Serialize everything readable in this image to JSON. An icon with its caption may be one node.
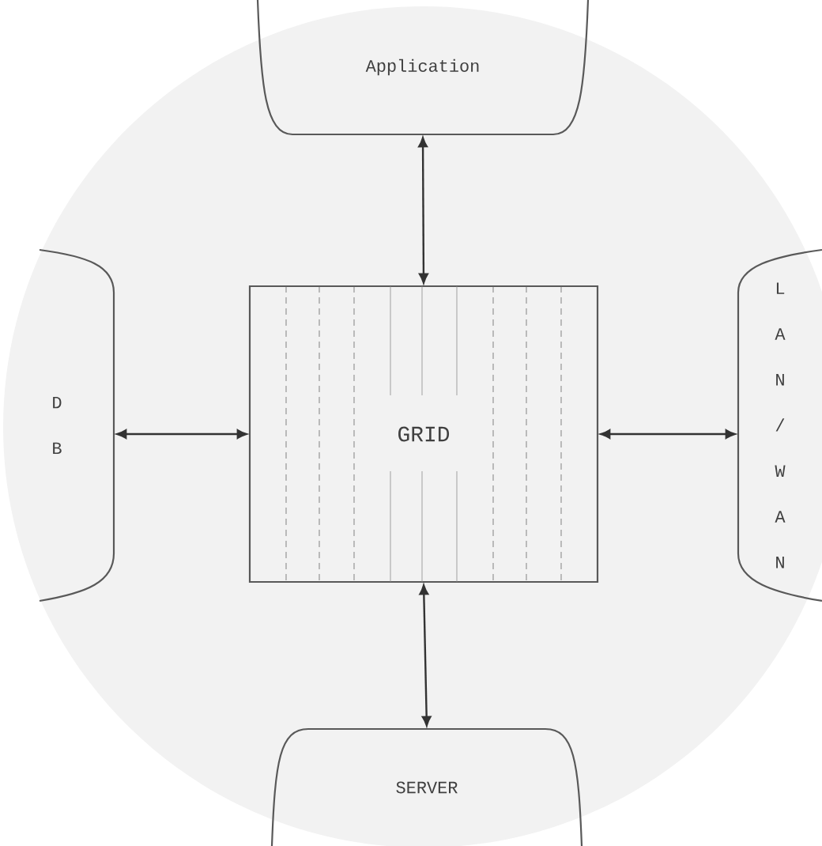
{
  "diagram": {
    "nodes": [
      {
        "text": [
          "Application"
        ]
      },
      {
        "text": [
          "DB"
        ]
      },
      {
        "text": [
          "GRID"
        ]
      },
      {
        "text": [
          "LAN/WAN"
        ]
      },
      {
        "text": [
          "SERVER"
        ]
      }
    ],
    "edges": [
      {
        "from": 2,
        "to": 0,
        "arrow": "both"
      },
      {
        "from": 1,
        "to": 2,
        "arrow": "both"
      },
      {
        "from": 2,
        "to": 3,
        "arrow": "both"
      },
      {
        "from": 2,
        "to": 4,
        "arrow": "both"
      }
    ]
  }
}
